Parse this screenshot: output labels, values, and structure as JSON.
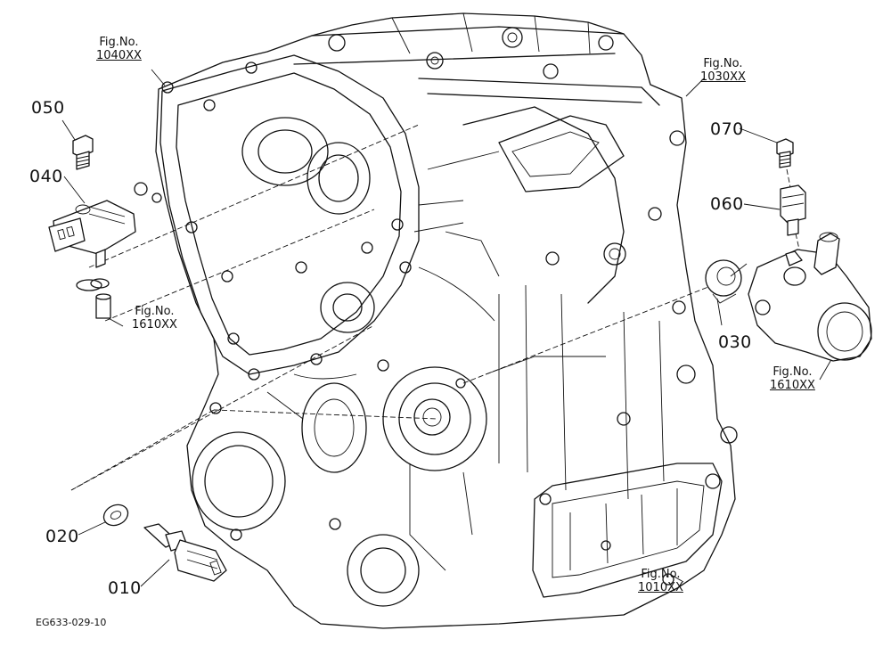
{
  "callouts": [
    {
      "id": "c010",
      "text": "010"
    },
    {
      "id": "c020",
      "text": "020"
    },
    {
      "id": "c030",
      "text": "030"
    },
    {
      "id": "c040",
      "text": "040"
    },
    {
      "id": "c050",
      "text": "050"
    },
    {
      "id": "c060",
      "text": "060"
    },
    {
      "id": "c070",
      "text": "070"
    }
  ],
  "references": [
    {
      "id": "r1040",
      "label": "Fig.No.",
      "code": "1040XX"
    },
    {
      "id": "r1030",
      "label": "Fig.No.",
      "code": "1030XX"
    },
    {
      "id": "r1610a",
      "label": "Fig.No.",
      "code": "1610XX"
    },
    {
      "id": "r1610b",
      "label": "Fig.No.",
      "code": "1610XX"
    },
    {
      "id": "r1010",
      "label": "Fig.No.",
      "code": "1010XX"
    }
  ],
  "drawing_id": "EG633-029-10"
}
